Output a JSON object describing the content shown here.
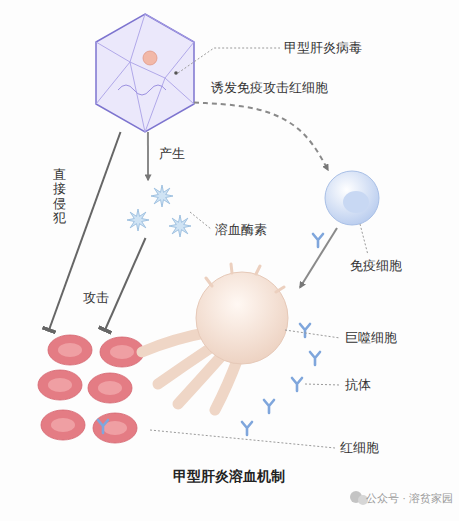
{
  "diagram": {
    "title": "甲型肝炎溶血机制",
    "nodes": [
      {
        "text": [
          "甲型肝炎病毒"
        ]
      },
      {
        "text": [
          "溶血酶素"
        ]
      },
      {
        "text": [
          "免疫细胞"
        ]
      },
      {
        "text": [
          "巨噬细胞"
        ]
      },
      {
        "text": [
          "红细胞"
        ]
      }
    ],
    "edges": [
      {
        "from": 0,
        "to": 1,
        "label": "产生",
        "arrow": "to"
      },
      {
        "from": 0,
        "to": 4,
        "label": "直接侵犯",
        "arrow": "to"
      },
      {
        "from": 0,
        "to": 2,
        "label": "诱发免疫攻击红细胞",
        "arrow": "to"
      },
      {
        "from": 1,
        "to": 4,
        "label": "攻击",
        "arrow": "to"
      },
      {
        "from": 2,
        "to": 3,
        "arrow": "to"
      }
    ],
    "labels": [
      "抗体",
      "公众号 · 溶贫家园"
    ]
  }
}
